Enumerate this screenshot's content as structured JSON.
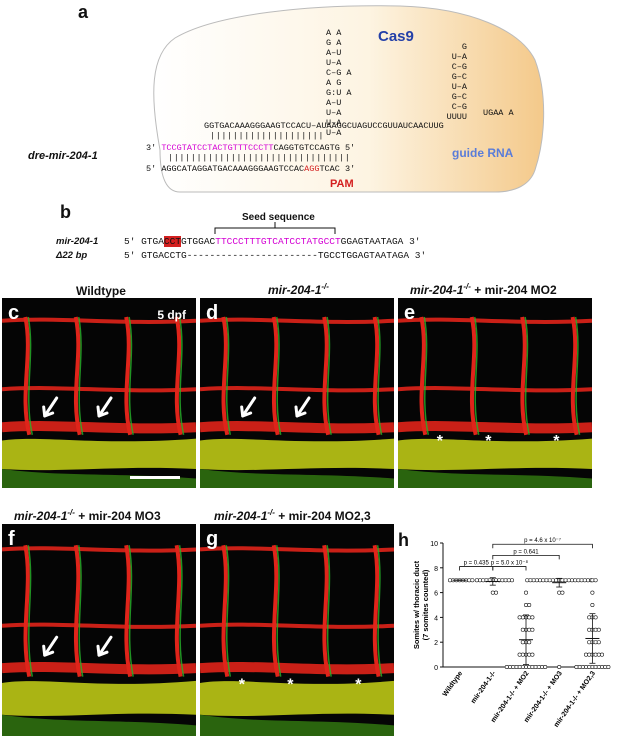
{
  "panel_a": {
    "letter": "a",
    "cas9": "Cas9",
    "guide_rna": "guide RNA",
    "pam": "PAM",
    "gene": "dre-mir-204-1",
    "stem1": [
      "A A",
      "G A",
      "A–U",
      "U–A",
      "C–G A",
      "A  G",
      "G:U A",
      "A–U",
      "U–A",
      "U–A",
      "U–A"
    ],
    "stem2": [
      "G",
      "U–A",
      "C–G",
      "G–C",
      "U–A",
      "G–C",
      "C–G",
      "UUUU"
    ],
    "stem2_tail": "UGAA A",
    "line1": "GGTGACAAAGGGAAGTCCACU–AUAAGGCUAGUCCGUUAUCAACUUG",
    "line2_pre": "TCCGTATCCTACTGTTTCCCTT",
    "line2_post": "CAGGTGTCCAGTG",
    "line3_pre": "AGGCATAGGATGACAAAGGGAAGTCCAC",
    "line3_pam": "AGG",
    "line3_post": "TCAC",
    "end3": "3'",
    "end5": "5'"
  },
  "panel_b": {
    "letter": "b",
    "seed": "Seed sequence",
    "row1_label": "mir-204-1",
    "row1_a": "GTGA",
    "row1_red": "CCT",
    "row1_b": "GTGGAC",
    "row1_magenta": "TTCCCTTTGTCATCCTATGCCT",
    "row1_c": "GGAGTAATAGA",
    "row2_label": "Δ22 bp",
    "row2_seq": "GTGACCTG-----------------------TGCCTGGAGTAATAGA",
    "p5": "5'",
    "p3": "3'"
  },
  "panels_img": [
    {
      "letter": "c",
      "title": "Wildtype",
      "extra": "5 dpf",
      "marker": "arrow"
    },
    {
      "letter": "d",
      "title": "mir-204-1",
      "sup": "-/-",
      "marker": "arrow"
    },
    {
      "letter": "e",
      "title": "mir-204-1",
      "sup": "-/-",
      "suffix": " + mir-204 MO2",
      "marker": "star"
    },
    {
      "letter": "f",
      "title": "mir-204-1",
      "sup": "-/-",
      "suffix": " + mir-204 MO3",
      "marker": "arrow"
    },
    {
      "letter": "g",
      "title": "mir-204-1",
      "sup": "-/-",
      "suffix": " + mir-204 MO2,3",
      "marker": "star"
    }
  ],
  "title_c": "Wildtype",
  "title_italic": "mir-204-1",
  "title_sup": "-/-",
  "suffix_e": " + mir-204 MO2",
  "suffix_f": " + mir-204 MO3",
  "suffix_g": " + mir-204 MO2,3",
  "label_5dpf": "5 dpf",
  "letters": {
    "c": "c",
    "d": "d",
    "e": "e",
    "f": "f",
    "g": "g",
    "h": "h"
  },
  "chart_data": {
    "type": "scatter",
    "ylabel": "Somites w/ thoracic duct\n(7 somites counted)",
    "ylim": [
      0,
      10
    ],
    "yticks": [
      0,
      2,
      4,
      6,
      8,
      10
    ],
    "categories": [
      "Wildtype",
      "mir-204-1-/-",
      "mir-204-1-/- + MO2",
      "mir-204-1-/- + MO3",
      "mir-204-1-/- + MO2,3"
    ],
    "means": [
      7.0,
      6.9,
      2.2,
      6.8,
      2.3
    ],
    "sd": [
      0.0,
      0.3,
      2.0,
      0.35,
      2.0
    ],
    "values": [
      [
        7,
        7,
        7,
        7,
        7,
        7,
        7,
        7
      ],
      [
        7,
        7,
        7,
        7,
        7,
        7,
        7,
        7,
        7,
        7,
        6,
        6,
        7,
        7
      ],
      [
        6,
        5,
        5,
        4,
        4,
        4,
        4,
        4,
        3,
        3,
        3,
        3,
        2,
        2,
        2,
        1,
        1,
        1,
        1,
        1,
        0,
        0,
        0,
        0,
        0,
        0,
        0,
        0,
        0,
        0,
        0,
        0,
        0
      ],
      [
        7,
        7,
        7,
        7,
        7,
        7,
        7,
        7,
        7,
        7,
        7,
        7,
        7,
        7,
        7,
        7,
        7,
        6,
        6,
        7,
        7,
        7,
        7,
        0
      ],
      [
        7,
        7,
        6,
        5,
        4,
        4,
        4,
        3,
        3,
        3,
        3,
        2,
        2,
        2,
        2,
        1,
        1,
        1,
        1,
        1,
        1,
        0,
        0,
        0,
        0,
        0,
        0,
        0,
        0,
        0,
        0,
        0
      ]
    ],
    "comparisons": [
      {
        "label": "p = 0.435",
        "from": 0,
        "to": 1
      },
      {
        "label": "p = 5.0 x 10⁻⁸",
        "from": 1,
        "to": 2
      },
      {
        "label": "p = 0.641",
        "from": 1,
        "to": 3
      },
      {
        "label": "p = 4.6 x 10⁻⁷",
        "from": 1,
        "to": 4
      }
    ]
  }
}
